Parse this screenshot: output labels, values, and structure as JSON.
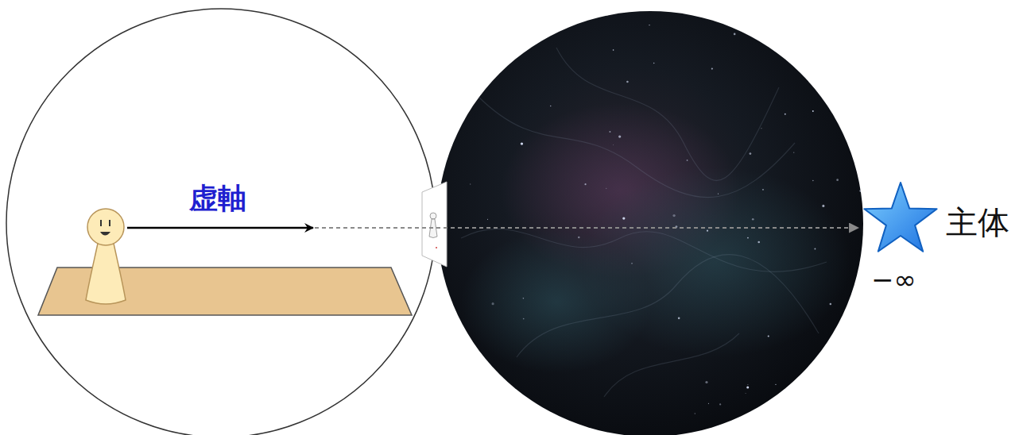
{
  "diagram": {
    "labels": [
      "虚軸",
      "主体",
      "−∞"
    ]
  }
}
